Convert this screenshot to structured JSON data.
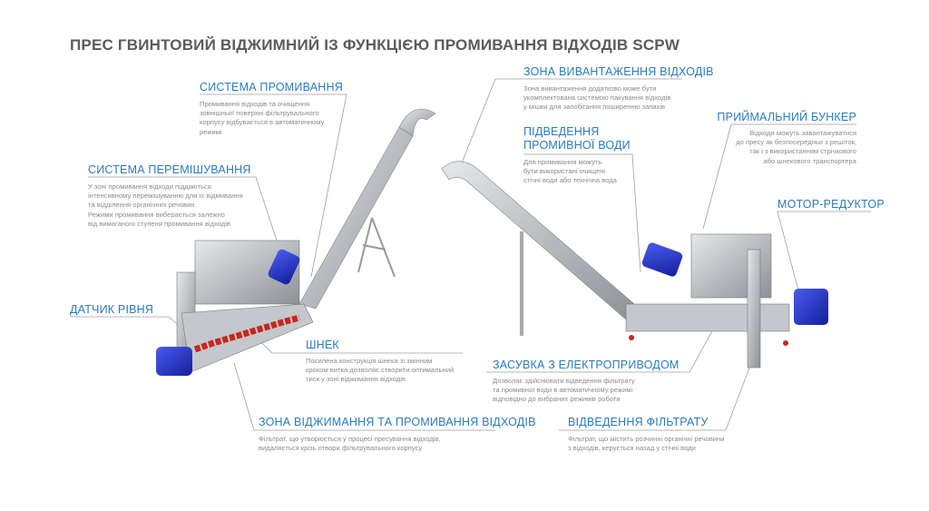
{
  "title": "ПРЕС ГВИНТОВИЙ ВІДЖИМНИЙ ІЗ ФУНКЦІЄЮ ПРОМИВАННЯ ВІДХОДІВ SCPW",
  "colors": {
    "heading": "#2a7bbf",
    "title": "#5a5b5d",
    "body": "#8c8c8c",
    "motor": "#2233c8",
    "screw": "#c8261e"
  },
  "callouts": {
    "washing_system": {
      "heading": "СИСТЕМА ПРОМИВАННЯ",
      "body": "Промивання відходів та очищення\nзовнішньої поверхні фільтрувального\nкорпусу відбувається в автоматичному\nрежимі"
    },
    "mixing_system": {
      "heading": "СИСТЕМА ПЕРЕМІШУВАННЯ",
      "body": "У зоні промивання відходи піддаються\nінтенсивному перемішуванню для їх відмивання\nта відділення органічних речовин.\nРежими промивання виберається залежно\nвід вимаганого ступеня промивання відходів"
    },
    "level_sensor": {
      "heading": "ДАТЧИК РІВНЯ"
    },
    "screw": {
      "heading": "ШНЕК",
      "body": "Посилена конструкція шнека зі змінним\nкроком витка дозволяє створити оптимальний\nтиск у зоні віджимання відходів"
    },
    "pressing_zone": {
      "heading": "ЗОНА ВІДЖИМАННЯ ТА ПРОМИВАННЯ ВІДХОДІВ",
      "body": "Фільтрат, що утворюється у процесі пресування відходів,\nвидаляється крізь отвори фільтрувального корпусу"
    },
    "discharge_zone": {
      "heading": "ЗОНА ВИВАНТАЖЕННЯ ВІДХОДІВ",
      "body": "Зона вивантаження додатково може бути\nукомплектована системою пакування відходів\nу мішки для запобігання поширенню запахів"
    },
    "wash_water": {
      "heading": "ПІДВЕДЕННЯ\nПРОМИВНОЇ ВОДИ",
      "body": "Для промивання можуть\nбути використані очищені\nстічні води або технічна вода"
    },
    "hopper": {
      "heading": "ПРИЙМАЛЬНИЙ БУНКЕР",
      "body": "Відходи можуть завантажуватися\nдо пресу як безпосередньо з решіток,\nтак і з використанням стрічкового\nабо шнекового транспортера"
    },
    "gear_motor": {
      "heading": "МОТОР-РЕДУКТОР"
    },
    "valve": {
      "heading": "ЗАСУВКА З ЕЛЕКТРОПРИВОДОМ",
      "body": "Дозволяє здійснювати відведення фільтрату\nта промивної води в автоматичному режимі\nвідповідно до вибраних режимів роботи"
    },
    "filtrate": {
      "heading": "ВІДВЕДЕННЯ ФІЛЬТРАТУ",
      "body": "Фільтрат, що містить розчинні органічні речовини\nз відходів, керується назад у стічні води"
    }
  }
}
